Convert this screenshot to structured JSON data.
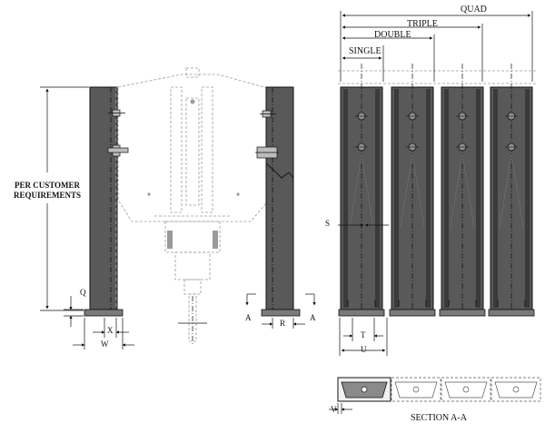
{
  "labels": {
    "quad": "QUAD",
    "triple": "TRIPLE",
    "double": "DOUBLE",
    "single": "SINGLE",
    "per_customer_line1": "PER CUSTOMER",
    "per_customer_line2": "REQUIREMENTS",
    "q": "Q",
    "x": "X",
    "w": "W",
    "a_left": "A",
    "a_right": "A",
    "r": "R",
    "s": "S",
    "t": "T",
    "u": "U",
    "v": "V",
    "section": "SECTION A-A"
  },
  "colors": {
    "post_fill": "#595959",
    "post_dark": "#3a3a3a",
    "line": "#111111",
    "phantom": "#9a9a9a",
    "base_plate": "#7a7a7a"
  }
}
